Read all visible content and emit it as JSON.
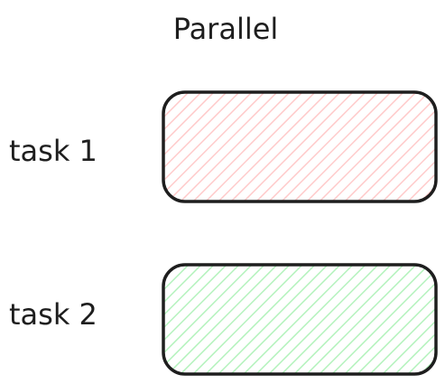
{
  "title": "Parallel",
  "tasks": [
    {
      "label": "task 1",
      "fill_color": "#ffc9c9",
      "stroke_color": "#1e1e1e"
    },
    {
      "label": "task 2",
      "fill_color": "#b2f2bb",
      "stroke_color": "#1e1e1e"
    }
  ]
}
